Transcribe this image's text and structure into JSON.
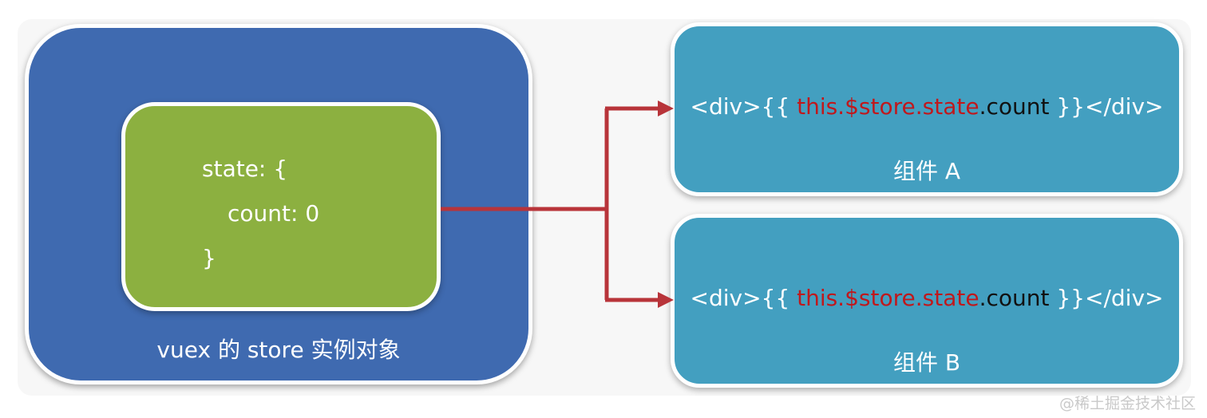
{
  "store": {
    "label": "vuex 的 store 实例对象",
    "state_lines": [
      "state: {",
      "count: 0",
      "}"
    ]
  },
  "components": [
    {
      "code_open": "<div>{{ ",
      "code_expr": "this.$store.state",
      "code_prop": ".count",
      "code_close": " }}</div>",
      "label": "组件 A"
    },
    {
      "code_open": "<div>{{ ",
      "code_expr": "this.$store.state",
      "code_prop": ".count",
      "code_close": " }}</div>",
      "label": "组件 B"
    }
  ],
  "watermark": "@稀土掘金技术社区",
  "colors": {
    "store_bg": "#3f6ab0",
    "state_bg": "#8cb040",
    "component_bg": "#439fc0",
    "arrow": "#b8343a",
    "expr_text": "#c0181c"
  }
}
